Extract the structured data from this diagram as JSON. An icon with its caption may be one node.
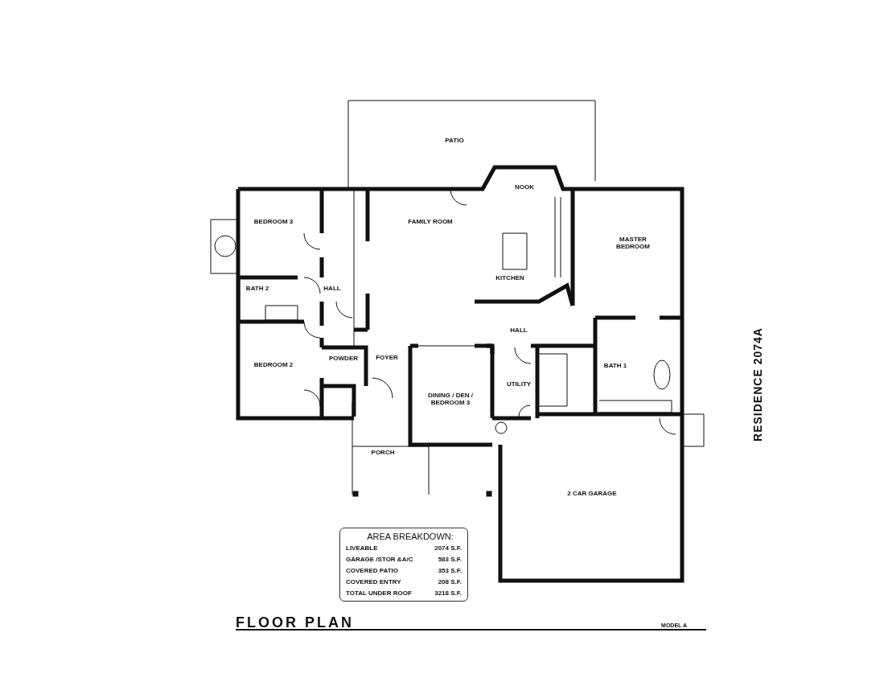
{
  "diagram": {
    "title": "FLOOR PLAN",
    "labels": [
      "PATIO",
      "NOOK",
      "BEDROOM 3",
      "FAMILY ROOM",
      "MASTER BEDROOM",
      "KITCHEN",
      "BATH 2",
      "HALL",
      "HALL",
      "BEDROOM 2",
      "POWDER",
      "FOYER",
      "BATH 1",
      "UTILITY",
      "DINING / DEN / BEDROOM 3",
      "PORCH",
      "2 CAR GARAGE",
      "AREA BREAKDOWN:",
      "LIVEABLE",
      "2074 S.F.",
      "GARAGE /STOR &A/C",
      "583 S.F.",
      "COVERED PATIO",
      "353 S.F.",
      "COVERED ENTRY",
      "208 S.F.",
      "TOTAL UNDER ROOF",
      "3218 S.F.",
      "MODEL A",
      "RESIDENCE 2074A"
    ]
  }
}
